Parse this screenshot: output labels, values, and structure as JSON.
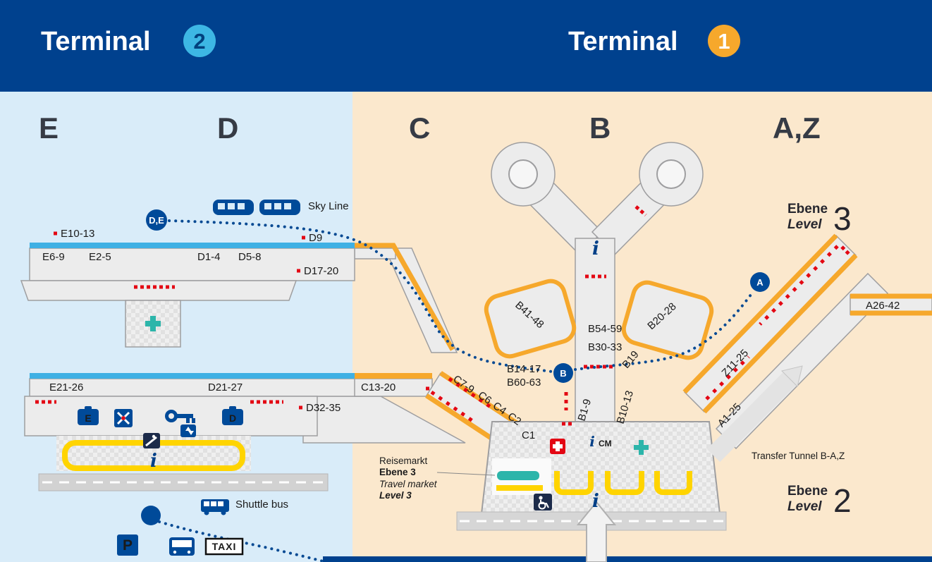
{
  "header": {
    "terminal2_label": "Terminal",
    "terminal2_badge": "2",
    "terminal1_label": "Terminal",
    "terminal1_badge": "1"
  },
  "sections": {
    "e": "E",
    "d": "D",
    "c": "C",
    "b": "B",
    "az": "A,Z"
  },
  "skyline": {
    "label": "Sky Line",
    "station_de": "D,E",
    "station_b": "B",
    "station_a": "A"
  },
  "terminal2": {
    "gates": {
      "e10_13": "E10-13",
      "e6_9": "E6-9",
      "e2_5": "E2-5",
      "d1_4": "D1-4",
      "d5_8": "D5-8",
      "d9": "D9",
      "d17_20": "D17-20",
      "e21_26": "E21-26",
      "d21_27": "D21-27",
      "d32_35": "D32-35"
    },
    "baggage_e": "E",
    "baggage_d": "D",
    "info": "i",
    "shuttle_bus_label": "Shuttle bus",
    "parking_label": "P",
    "taxi_label": "TAXI"
  },
  "terminal1": {
    "gates": {
      "c13_20": "C13-20",
      "c7_9": "C7-9",
      "c6": "C6",
      "c4": "C4",
      "c2": "C2",
      "c1": "C1",
      "b41_48": "B41-48",
      "b54_59": "B54-59",
      "b20_28": "B20-28",
      "b30_33": "B30-33",
      "b19": "B19",
      "b14_17": "B14-17",
      "b60_63": "B60-63",
      "b1_9": "B1-9",
      "b10_13": "B10-13",
      "a26_42": "A26-42",
      "z11_25": "Z11-25",
      "a1_25": "A1-25"
    },
    "info": "i",
    "cm_label": "CM",
    "travel_market": {
      "line1": "Reisemarkt",
      "line2": "Ebene 3",
      "line3": "Travel market",
      "line4": "Level 3"
    },
    "transfer_tunnel_label": "Transfer Tunnel B-A,Z",
    "level3": {
      "ebene": "Ebene",
      "level": "Level",
      "number": "3"
    },
    "level2": {
      "ebene": "Ebene",
      "level": "Level",
      "number": "2"
    }
  },
  "colors": {
    "header_blue": "#00418e",
    "t2_bg": "#d9ecf9",
    "t1_bg": "#fbe8cd",
    "cyan": "#3fb0e4",
    "orange": "#f6a82c",
    "navy": "#004a99",
    "red": "#e30613",
    "teal": "#2cb5aa",
    "yellow": "#ffd400",
    "building": "#ececec",
    "building_border": "#9e9ea0"
  },
  "icons": {
    "sky-line-train-icon": "train pictogram",
    "medical-cross-icon": "teal cross",
    "first-aid-icon": "white cross on red",
    "baggage-icon": "suitcase",
    "meeting-point-icon": "crossed arrows with red dot",
    "key-icon": "key",
    "elevator-icon": "up/down arrows",
    "escalator-icon": "person on stairs",
    "info-icon": "italic i",
    "shuttle-stop-icon": "filled circle",
    "shuttle-bus-icon": "bus side view",
    "bus-icon": "bus front view",
    "parking-icon": "white P on blue",
    "taxi-icon": "TAXI sign",
    "wheelchair-icon": "wheelchair pictogram"
  }
}
